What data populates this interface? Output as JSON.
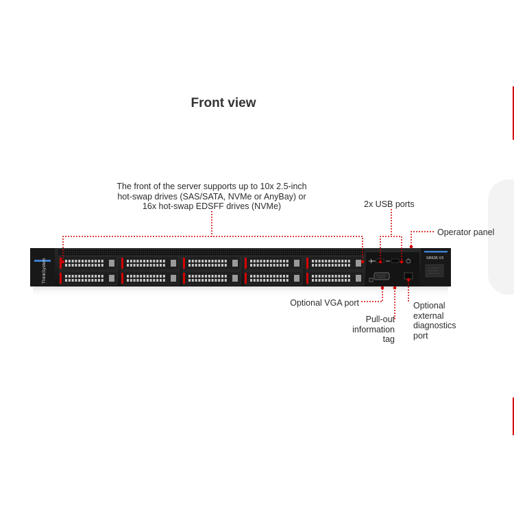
{
  "title": "Front view",
  "callouts": {
    "drives": [
      "The front of the server supports up to 10x 2.5-inch",
      "hot-swap drives (SAS/SATA, NVMe or AnyBay) or",
      "16x hot-swap EDSFF drives (NVMe)"
    ],
    "usb": "2x USB ports",
    "operator": "Operator panel",
    "vga": "Optional VGA port",
    "pullout": [
      "Pull-out",
      "information",
      "tag"
    ],
    "diag": [
      "Optional",
      "external",
      "diagnostics",
      "port"
    ]
  },
  "server": {
    "brand": "ThinkSystem",
    "model": "SR635 V3",
    "drive_bays": 10
  },
  "colors": {
    "callout": "#d40000",
    "chassis": "#1b1b1b",
    "bezel": "#101010",
    "accent_blue": "#3d7fd0",
    "text": "#2b2b2b"
  },
  "icons": [
    "usb-icon",
    "vga-icon",
    "id-icon",
    "power-icon"
  ]
}
